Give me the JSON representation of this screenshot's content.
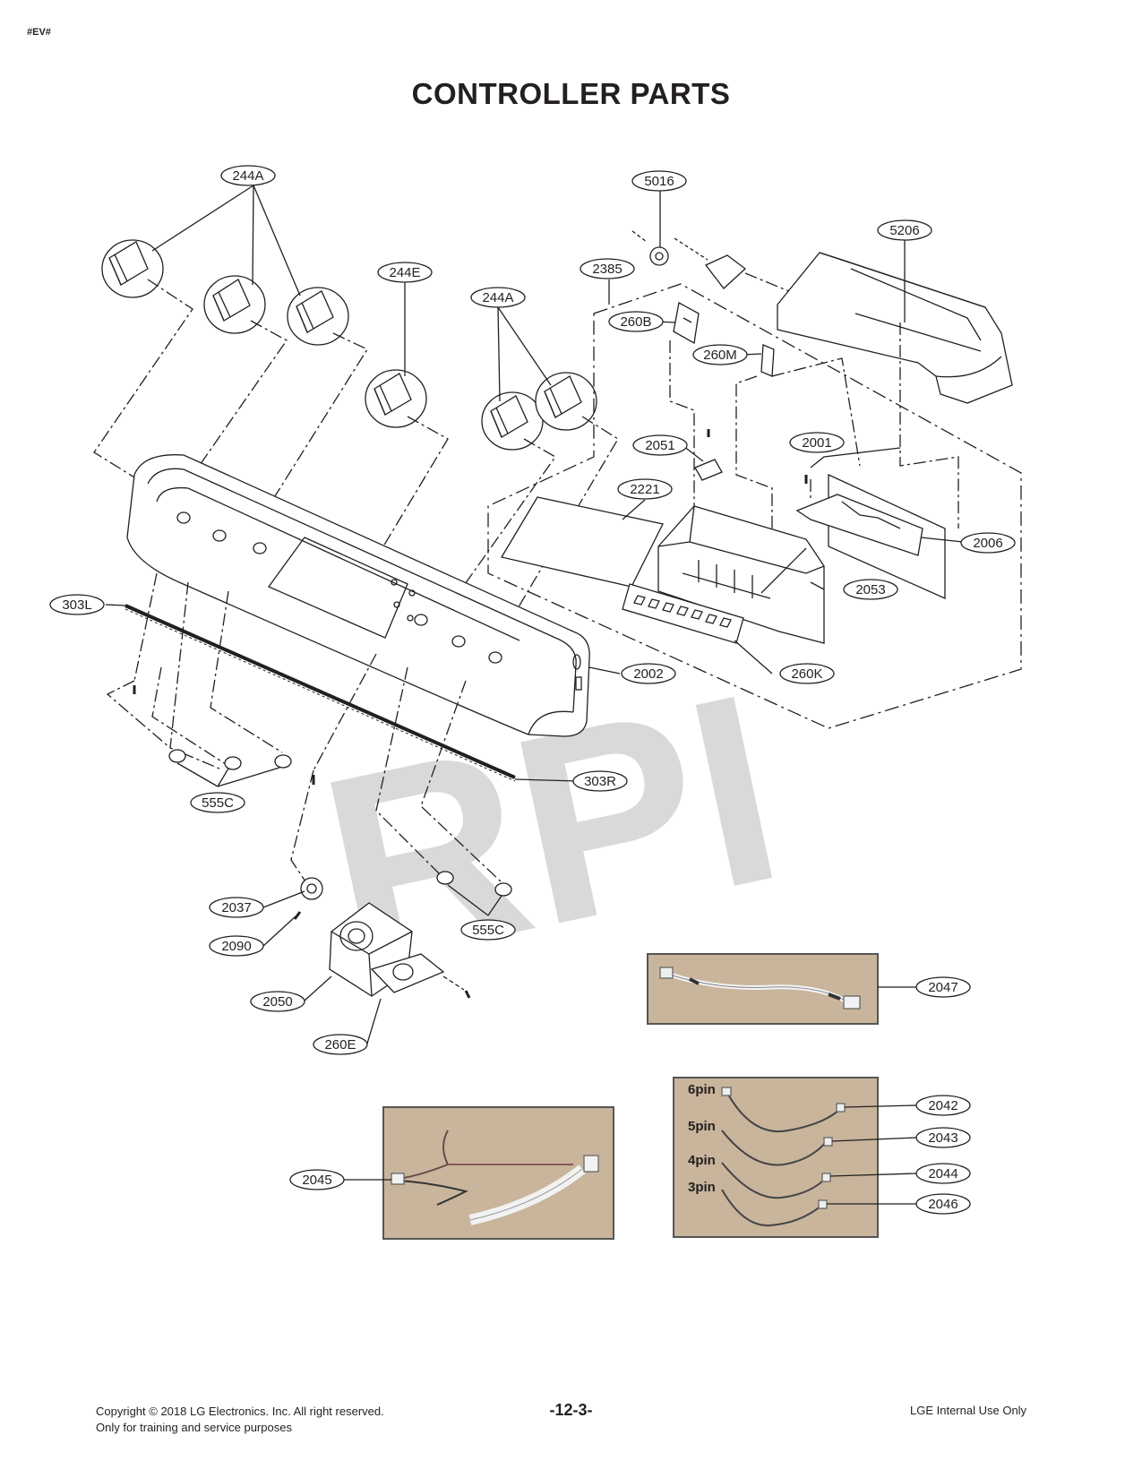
{
  "header": {
    "tag": "#EV#",
    "title": "CONTROLLER PARTS"
  },
  "watermark": "RPI",
  "callouts": {
    "c244A_left": "244A",
    "c244E": "244E",
    "c244A_right": "244A",
    "c2385": "2385",
    "c5016": "5016",
    "c5206": "5206",
    "c260B": "260B",
    "c260M": "260M",
    "c2051": "2051",
    "c2001": "2001",
    "c2221": "2221",
    "c2006": "2006",
    "c2053": "2053",
    "c260K": "260K",
    "c303L": "303L",
    "c2002": "2002",
    "c303R": "303R",
    "c555C_left": "555C",
    "c555C_right": "555C",
    "c2037": "2037",
    "c2090": "2090",
    "c2050": "2050",
    "c260E": "260E",
    "c2047": "2047",
    "c2045": "2045",
    "c2042": "2042",
    "c2043": "2043",
    "c2044": "2044",
    "c2046": "2046"
  },
  "pins": {
    "p6": "6pin",
    "p5": "5pin",
    "p4": "4pin",
    "p3": "3pin"
  },
  "colors": {
    "line": "#231f20",
    "photo_bg": "#c9b59c",
    "watermark": "#d9d9d9"
  },
  "footer": {
    "copyright": "Copyright © 2018 LG Electronics. Inc. All right reserved.",
    "training": "Only for training and service purposes",
    "page": "-12-3-",
    "internal": "LGE Internal Use Only"
  }
}
